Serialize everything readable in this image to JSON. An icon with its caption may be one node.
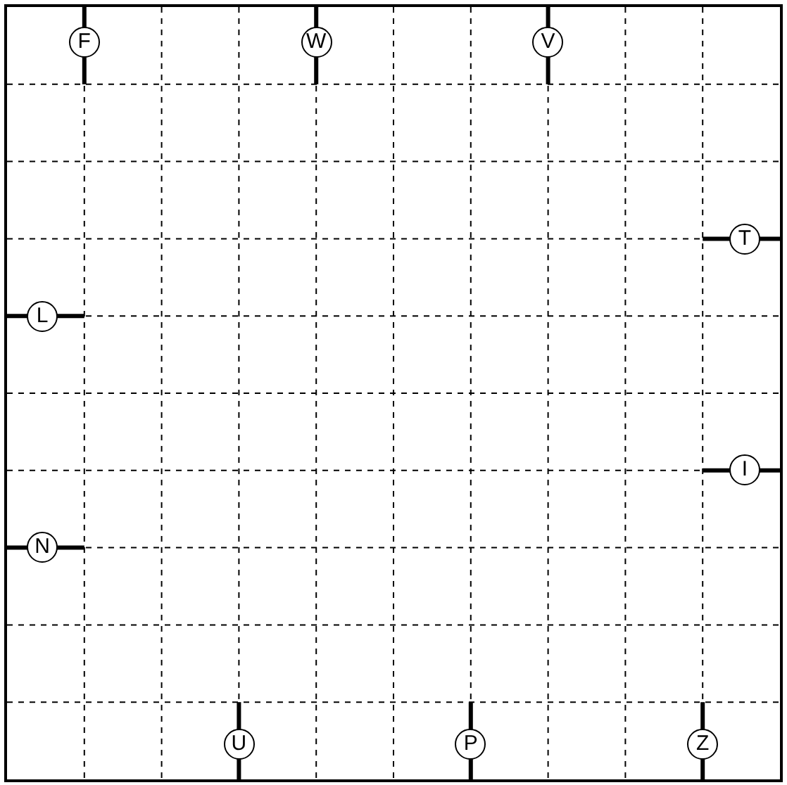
{
  "diagram": {
    "nodes": [
      {
        "text": [
          "F"
        ]
      },
      {
        "text": [
          "W"
        ]
      },
      {
        "text": [
          "V"
        ]
      },
      {
        "text": [
          "T"
        ]
      },
      {
        "text": [
          "L"
        ]
      },
      {
        "text": [
          "I"
        ]
      },
      {
        "text": [
          "N"
        ]
      },
      {
        "text": [
          "U"
        ]
      },
      {
        "text": [
          "P"
        ]
      },
      {
        "text": [
          "Z"
        ]
      }
    ]
  }
}
